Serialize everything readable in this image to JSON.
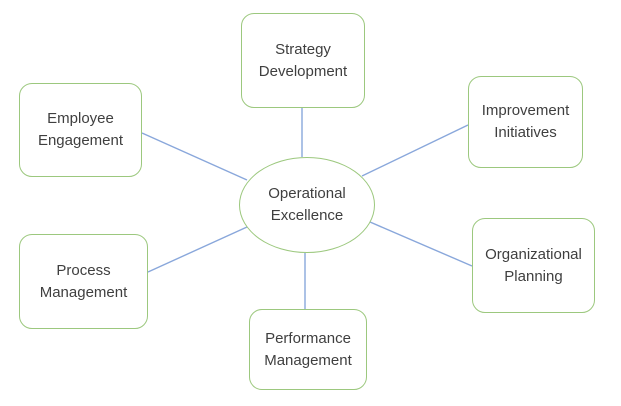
{
  "diagram": {
    "center": {
      "label": "Operational Excellence",
      "shape": "ellipse"
    },
    "nodes": [
      {
        "label": "Strategy Development",
        "position": "top"
      },
      {
        "label": "Improvement Initiatives",
        "position": "top-right"
      },
      {
        "label": "Organizational Planning",
        "position": "bottom-right"
      },
      {
        "label": "Performance Management",
        "position": "bottom"
      },
      {
        "label": "Process Management",
        "position": "bottom-left"
      },
      {
        "label": "Employee Engagement",
        "position": "top-left"
      }
    ],
    "edges": [
      {
        "from": "Operational Excellence",
        "to": "Strategy Development"
      },
      {
        "from": "Operational Excellence",
        "to": "Improvement Initiatives"
      },
      {
        "from": "Operational Excellence",
        "to": "Organizational Planning"
      },
      {
        "from": "Operational Excellence",
        "to": "Performance Management"
      },
      {
        "from": "Operational Excellence",
        "to": "Process Management"
      },
      {
        "from": "Operational Excellence",
        "to": "Employee Engagement"
      }
    ],
    "colors": {
      "node_border": "#9CC87E",
      "connector": "#89A7DB",
      "text": "#3F3F3F",
      "background": "#FFFFFF"
    }
  }
}
